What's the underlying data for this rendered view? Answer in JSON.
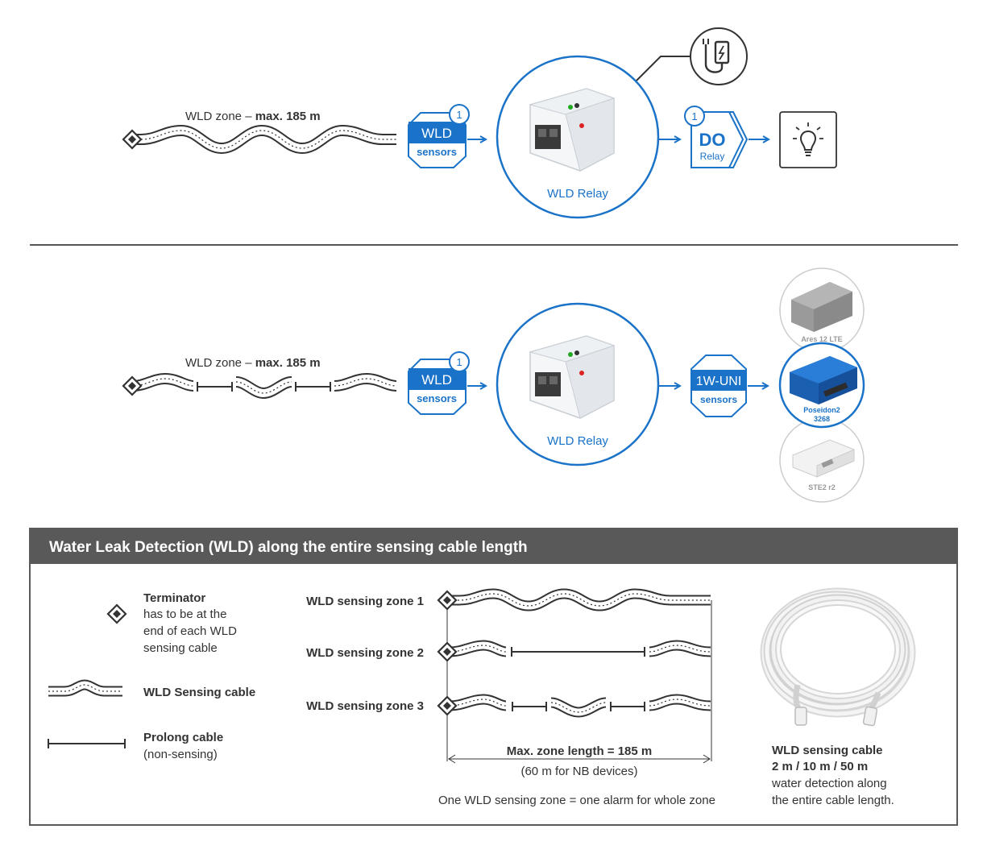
{
  "colors": {
    "blue": "#1a73c8",
    "dark": "#333333",
    "header_bg": "#595959",
    "grey": "#888888"
  },
  "top_diagram": {
    "zone_label_normal": "WLD zone –",
    "zone_label_bold": "max. 185 m",
    "wld_badge": {
      "title": "WLD",
      "subtitle": "sensors",
      "count": "1"
    },
    "relay_label": "WLD Relay",
    "do_badge": {
      "title": "DO",
      "subtitle": "Relay",
      "count": "1"
    },
    "power_icon": "power-adapter-icon",
    "light_icon": "light-bulb-icon"
  },
  "bottom_diagram": {
    "zone_label_normal": "WLD zone –",
    "zone_label_bold": "max. 185 m",
    "wld_badge": {
      "title": "WLD",
      "subtitle": "sensors",
      "count": "1"
    },
    "relay_label": "WLD Relay",
    "uni_badge": {
      "title": "1W-UNI",
      "subtitle": "sensors"
    },
    "devices": [
      {
        "name": "Ares 12 LTE"
      },
      {
        "name": "Poseidon2",
        "name2": "3268"
      },
      {
        "name": "STE2 r2"
      }
    ]
  },
  "legend_panel": {
    "title": "Water Leak Detection (WLD) along the entire sensing cable length",
    "terminator_title": "Terminator",
    "terminator_lines": [
      "has to be at the",
      "end of each WLD",
      "sensing cable"
    ],
    "sensing_cable_label": "WLD Sensing cable",
    "prolong_title": "Prolong cable",
    "prolong_sub": "(non-sensing)",
    "zones": [
      "WLD sensing zone 1",
      "WLD sensing zone 2",
      "WLD sensing zone 3"
    ],
    "max_zone": "Max. zone length = 185 m",
    "nb_note": "(60 m for NB devices)",
    "alarm_note": "One WLD sensing zone = one alarm for whole zone",
    "cable_title": "WLD sensing cable",
    "cable_lengths": "2 m / 10 m / 50 m",
    "cable_desc_1": "water detection along",
    "cable_desc_2": "the entire cable length."
  }
}
